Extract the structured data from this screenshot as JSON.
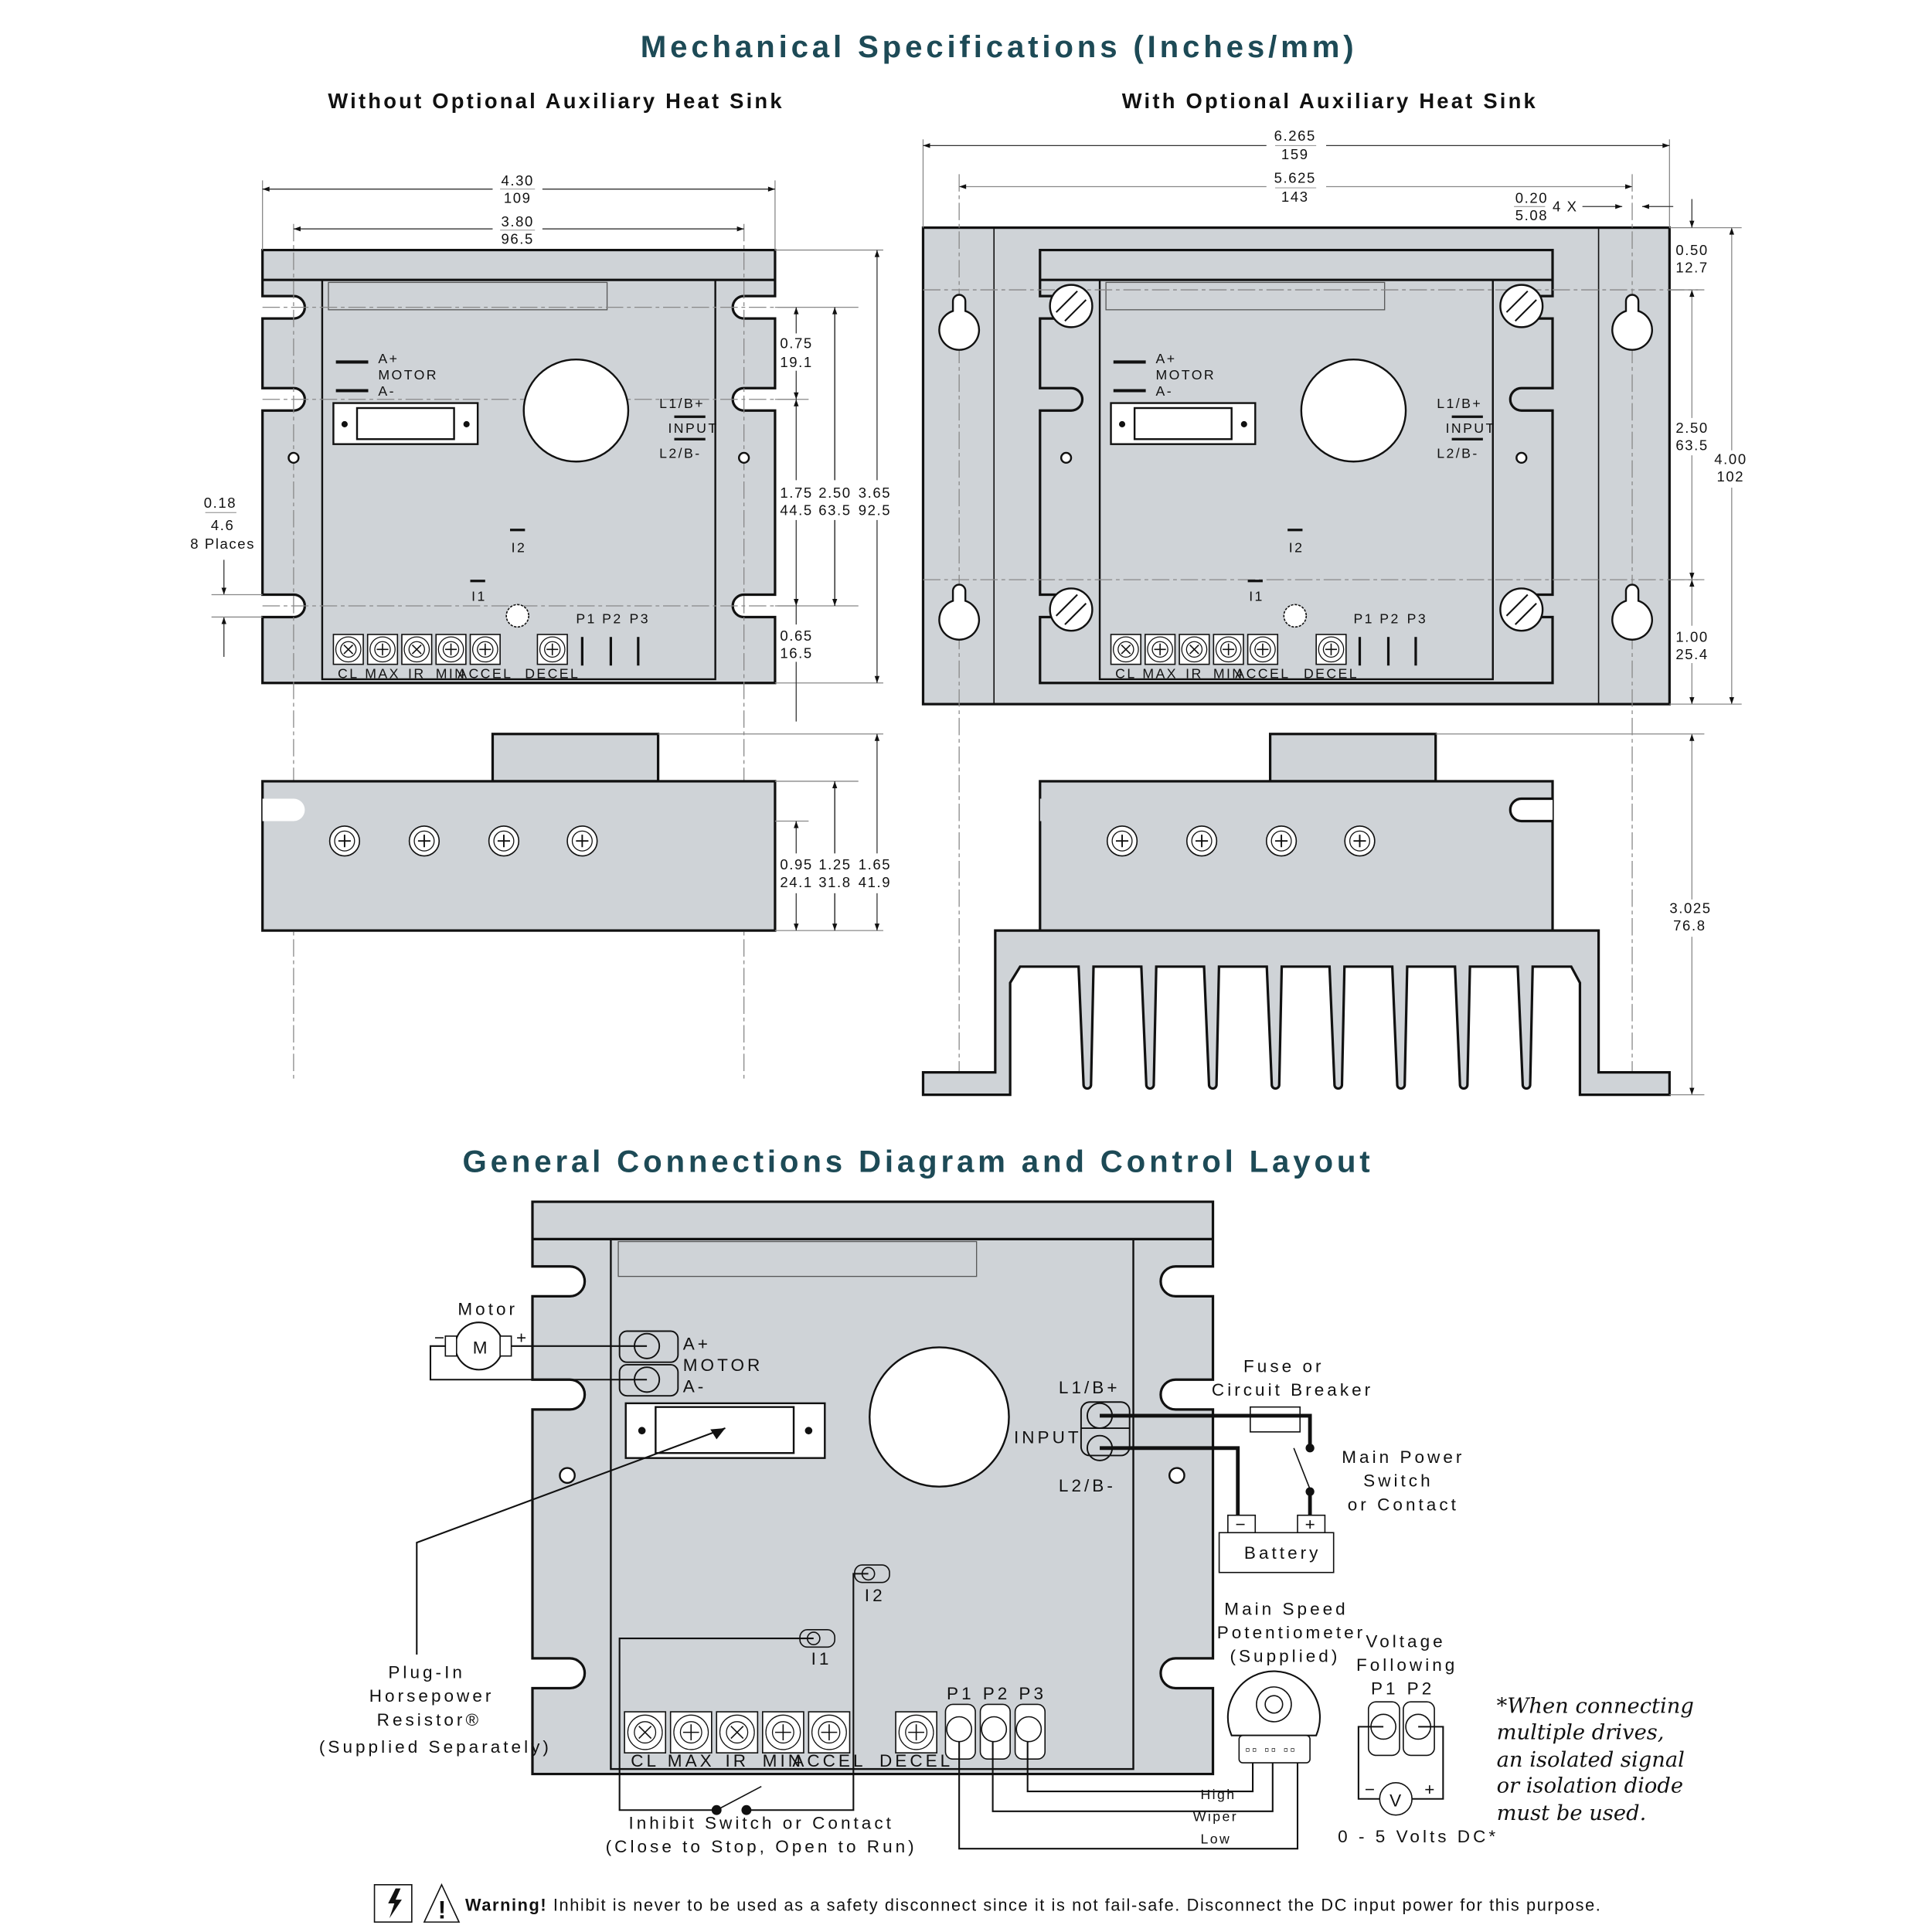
{
  "mech": {
    "title": "Mechanical Specifications (Inches/mm)",
    "left_subtitle": "Without Optional Auxiliary Heat Sink",
    "right_subtitle": "With Optional Auxiliary Heat Sink",
    "left_dims": {
      "overall_width": {
        "in": "4.30",
        "mm": "109"
      },
      "mount_width": {
        "in": "3.80",
        "mm": "96.5"
      },
      "slot_width": {
        "in": "0.18",
        "mm": "4.6",
        "note": "8 Places"
      },
      "top_offset": {
        "in": "0.75",
        "mm": "19.1"
      },
      "slot_spacing": {
        "in": "1.75",
        "mm": "44.5"
      },
      "mount_height": {
        "in": "2.50",
        "mm": "63.5"
      },
      "overall_height": {
        "in": "3.65",
        "mm": "92.5"
      },
      "bottom_offset": {
        "in": "0.65",
        "mm": "16.5"
      },
      "side_h1": {
        "in": "0.95",
        "mm": "24.1"
      },
      "side_h2": {
        "in": "1.25",
        "mm": "31.8"
      },
      "side_h3": {
        "in": "1.65",
        "mm": "41.9"
      }
    },
    "right_dims": {
      "overall_width": {
        "in": "6.265",
        "mm": "159"
      },
      "mount_width": {
        "in": "5.625",
        "mm": "143"
      },
      "hole_dia": {
        "in": "0.20",
        "mm": "5.08",
        "note": "4 X"
      },
      "top_offset": {
        "in": "0.50",
        "mm": "12.7"
      },
      "hole_spacing": {
        "in": "2.50",
        "mm": "63.5"
      },
      "overall_height": {
        "in": "4.00",
        "mm": "102"
      },
      "bottom_offset": {
        "in": "1.00",
        "mm": "25.4"
      },
      "side_height": {
        "in": "3.025",
        "mm": "76.8"
      }
    },
    "board_labels": {
      "a_plus": "A+",
      "motor": "MOTOR",
      "a_minus": "A-",
      "l1": "L1/B+",
      "input": "INPUT",
      "l2": "L2/B-",
      "i1": "I1",
      "i2": "I2",
      "pots": [
        "CL",
        "MAX",
        "IR",
        "MIN",
        "ACCEL"
      ],
      "decel": "DECEL",
      "p_terms": [
        "P1",
        "P2",
        "P3"
      ]
    }
  },
  "conn": {
    "title": "General Connections Diagram and Control Layout",
    "motor_label": "Motor",
    "motor_symbol": "M",
    "minus": "−",
    "plus": "+",
    "a_plus": "A+",
    "motor": "MOTOR",
    "a_minus": "A-",
    "l1": "L1/B+",
    "input": "INPUT",
    "l2": "L2/B-",
    "fuse_label": [
      "Fuse or",
      "Circuit Breaker"
    ],
    "switch_label": [
      "Main Power",
      "Switch",
      "or Contact"
    ],
    "battery": "Battery",
    "i1": "I1",
    "i2": "I2",
    "pots": [
      "CL",
      "MAX",
      "IR",
      "MIN",
      "ACCEL"
    ],
    "decel": "DECEL",
    "p_terms": [
      "P1",
      "P2",
      "P3"
    ],
    "resistor_label": [
      "Plug-In",
      "Horsepower",
      "Resistor®",
      "(Supplied Separately)"
    ],
    "inhibit_label": [
      "Inhibit Switch or Contact",
      "(Close to Stop, Open to Run)"
    ],
    "pot_label": [
      "Main Speed",
      "Potentiometer",
      "(Supplied)"
    ],
    "pot_wires": [
      "High",
      "Wiper",
      "Low"
    ],
    "vf_label": [
      "Voltage",
      "Following"
    ],
    "vf_terms": [
      "P1",
      "P2"
    ],
    "voltmeter": "V",
    "vf_range": "0 - 5 Volts DC*",
    "note": [
      "*When connecting",
      "multiple drives,",
      "an isolated signal",
      "or isolation diode",
      "must be used."
    ]
  },
  "warning": {
    "bold": "Warning!",
    "text": " Inhibit is never to be used as a safety disconnect since it is not fail-safe. Disconnect the DC input power for this purpose."
  },
  "colors": {
    "title": "#1d4a56",
    "plate": "#cfd3d7"
  }
}
